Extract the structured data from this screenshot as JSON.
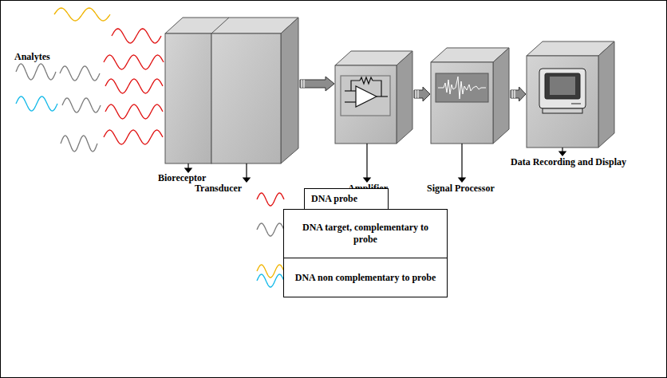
{
  "diagram": {
    "nodes": [
      {
        "text": [
          "Bioreceptor"
        ]
      },
      {
        "text": [
          "Transducer"
        ]
      },
      {
        "text": [
          "Amplifier"
        ]
      },
      {
        "text": [
          "Signal Processor"
        ]
      },
      {
        "text": [
          "Data Recording and Display"
        ]
      }
    ],
    "edges": [
      {
        "from": 1,
        "to": 2,
        "arrow": "to"
      },
      {
        "from": 2,
        "to": 3,
        "arrow": "to"
      },
      {
        "from": 3,
        "to": 4,
        "arrow": "to"
      }
    ],
    "labels": [
      "Analytes"
    ],
    "legend": [
      {
        "text": "DNA probe"
      },
      {
        "text": "DNA target, complementary to probe"
      },
      {
        "text": "DNA non complementary to probe"
      }
    ]
  }
}
